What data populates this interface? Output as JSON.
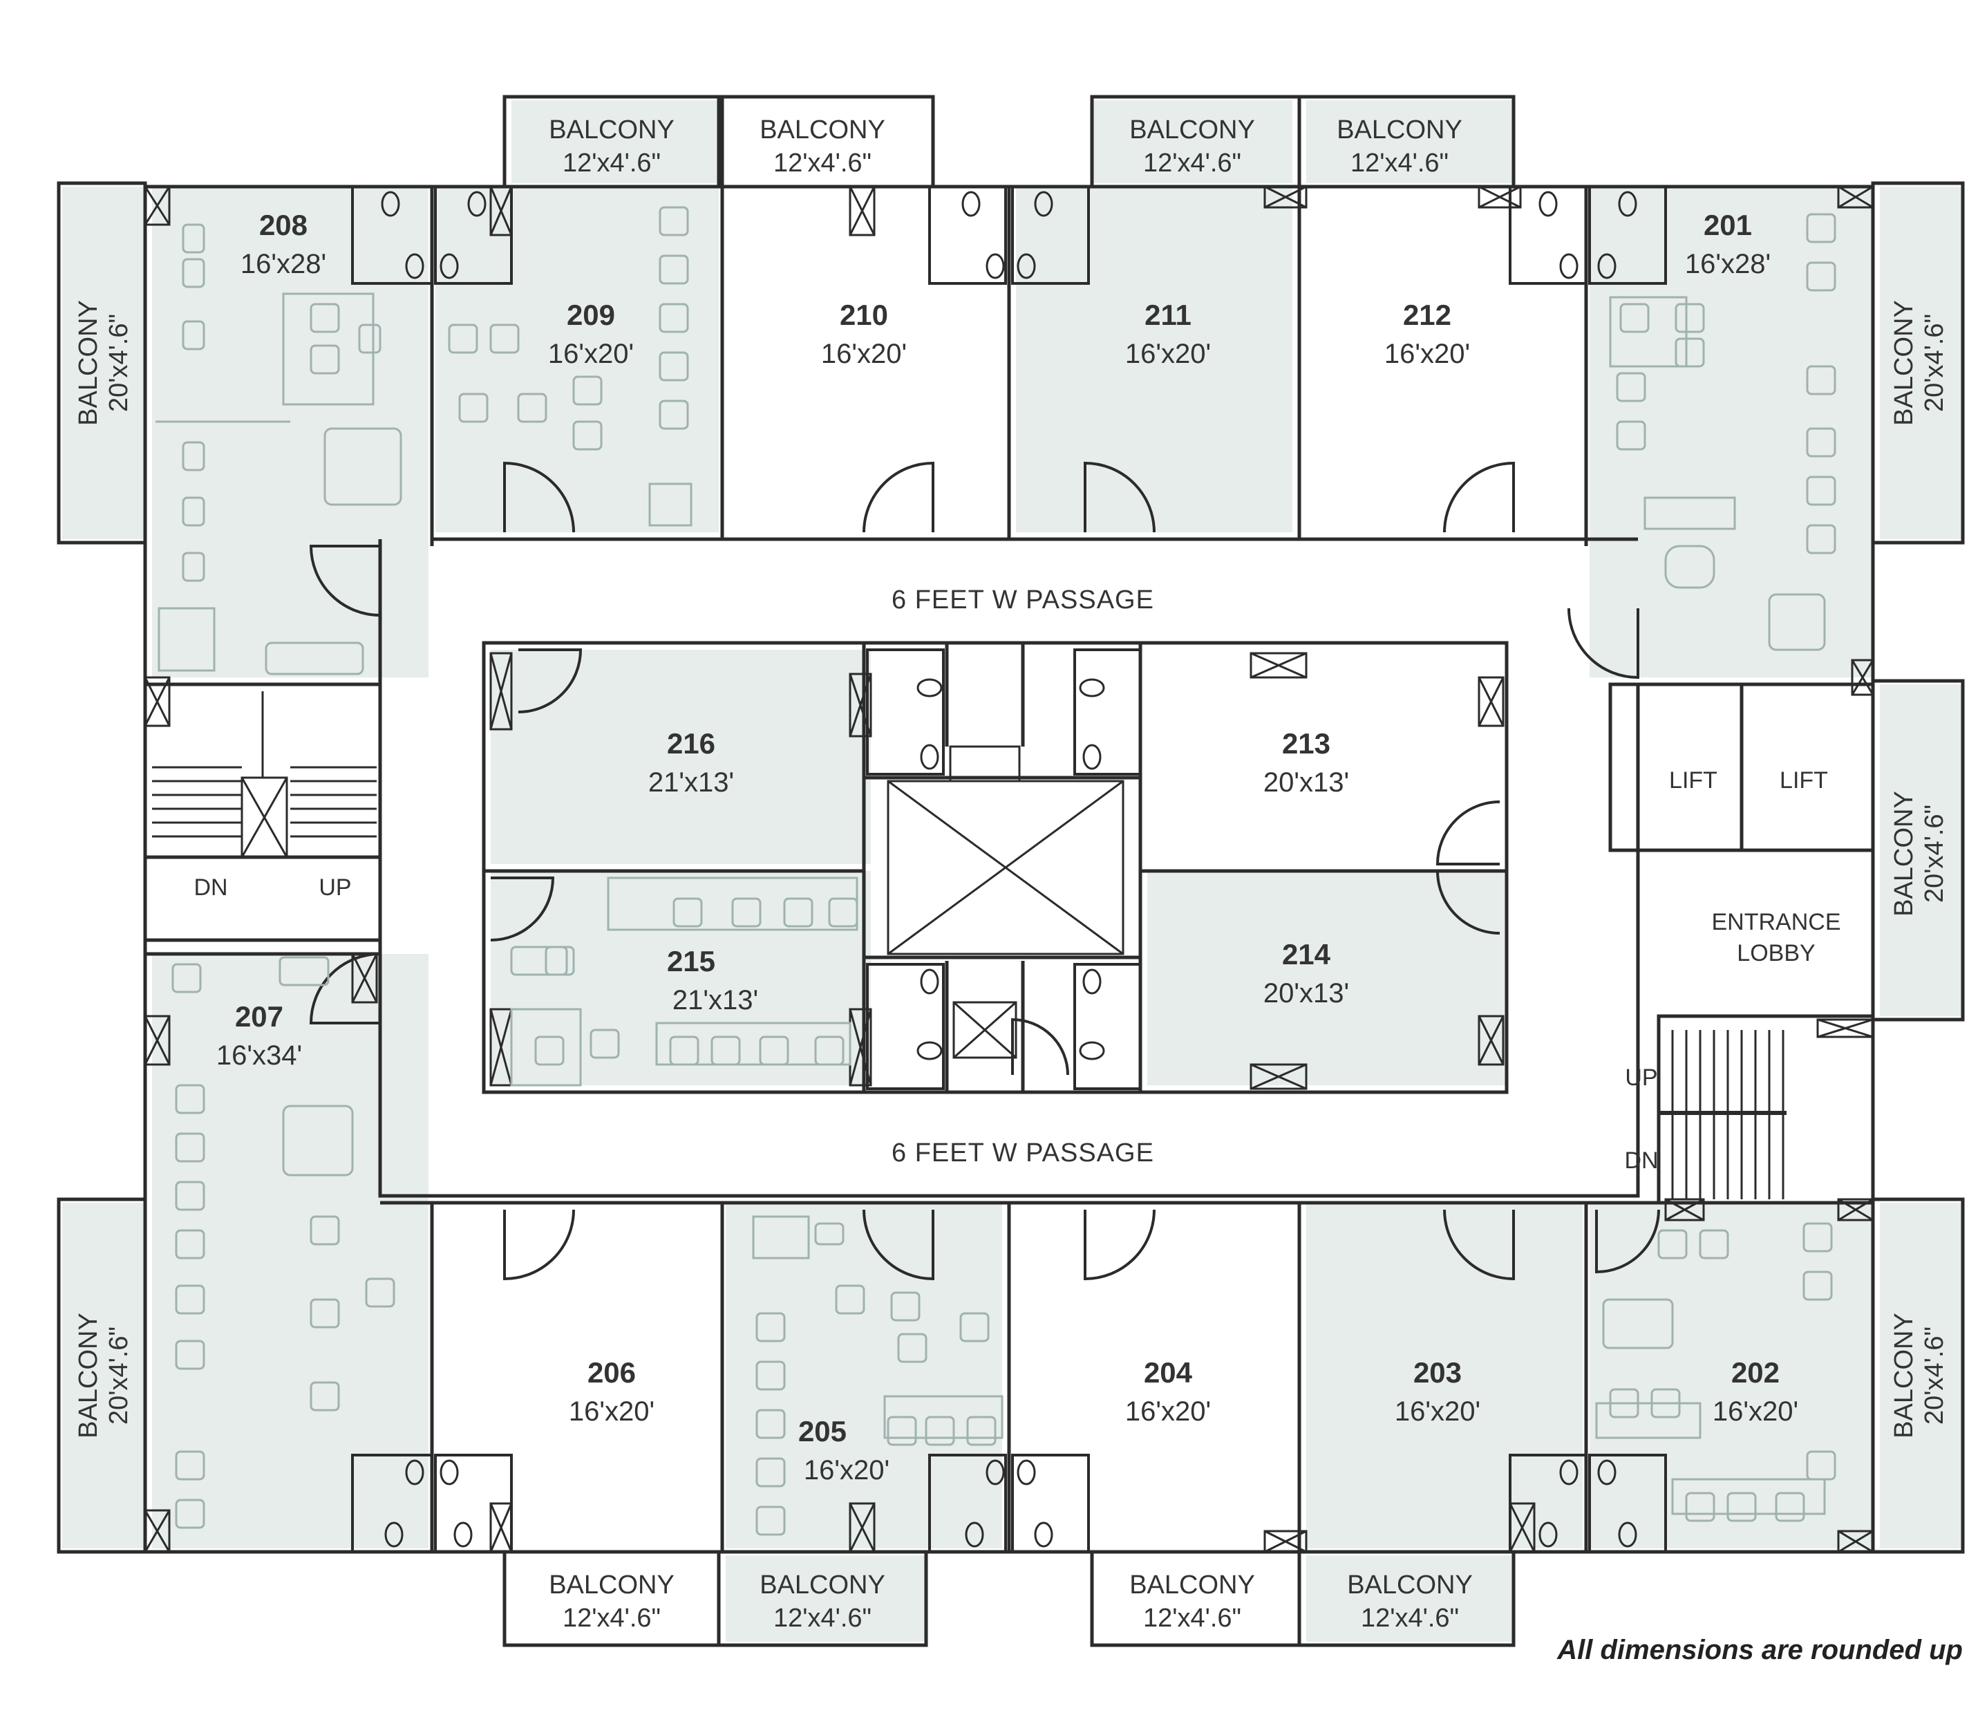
{
  "units": [
    {
      "number": "208",
      "size": "16'x28'",
      "furnished": true
    },
    {
      "number": "209",
      "size": "16'x20'",
      "furnished": true
    },
    {
      "number": "210",
      "size": "16'x20'",
      "furnished": false
    },
    {
      "number": "211",
      "size": "16'x20'",
      "furnished": false
    },
    {
      "number": "212",
      "size": "16'x20'",
      "furnished": false
    },
    {
      "number": "201",
      "size": "16'x28'",
      "furnished": true
    },
    {
      "number": "216",
      "size": "21'x13'",
      "furnished": false
    },
    {
      "number": "215",
      "size": "21'x13'",
      "furnished": true
    },
    {
      "number": "213",
      "size": "20'x13'",
      "furnished": false
    },
    {
      "number": "214",
      "size": "20'x13'",
      "furnished": false
    },
    {
      "number": "207",
      "size": "16'x34'",
      "furnished": true
    },
    {
      "number": "206",
      "size": "16'x20'",
      "furnished": false
    },
    {
      "number": "205",
      "size": "16'x20'",
      "furnished": true
    },
    {
      "number": "204",
      "size": "16'x20'",
      "furnished": false
    },
    {
      "number": "203",
      "size": "16'x20'",
      "furnished": false
    },
    {
      "number": "202",
      "size": "16'x20'",
      "furnished": true
    }
  ],
  "balconies": {
    "label": "BALCONY",
    "top": [
      "12'x4'.6\"",
      "12'x4'.6\"",
      "12'x4'.6\"",
      "12'x4'.6\""
    ],
    "bottom": [
      "12'x4'.6\"",
      "12'x4'.6\"",
      "12'x4'.6\"",
      "12'x4'.6\""
    ],
    "left_top": "20'x4'.6\"",
    "left_bottom": "20'x4'.6\"",
    "right_top": "20'x4'.6\"",
    "right_middle": "20'x4'.6\"",
    "right_bottom": "20'x4'.6\""
  },
  "passages": [
    "6 FEET W PASSAGE",
    "6 FEET W PASSAGE"
  ],
  "lifts": [
    "LIFT",
    "LIFT"
  ],
  "entrance_lobby": [
    "ENTRANCE",
    "LOBBY"
  ],
  "stairs": {
    "left_dn": "DN",
    "left_up": "UP",
    "right_up": "UP",
    "right_dn": "DN"
  },
  "note": "All dimensions are rounded up",
  "colors": {
    "tint": "#e7edeb",
    "wall": "#2b2b2b",
    "furniture": "#9fb2af"
  }
}
